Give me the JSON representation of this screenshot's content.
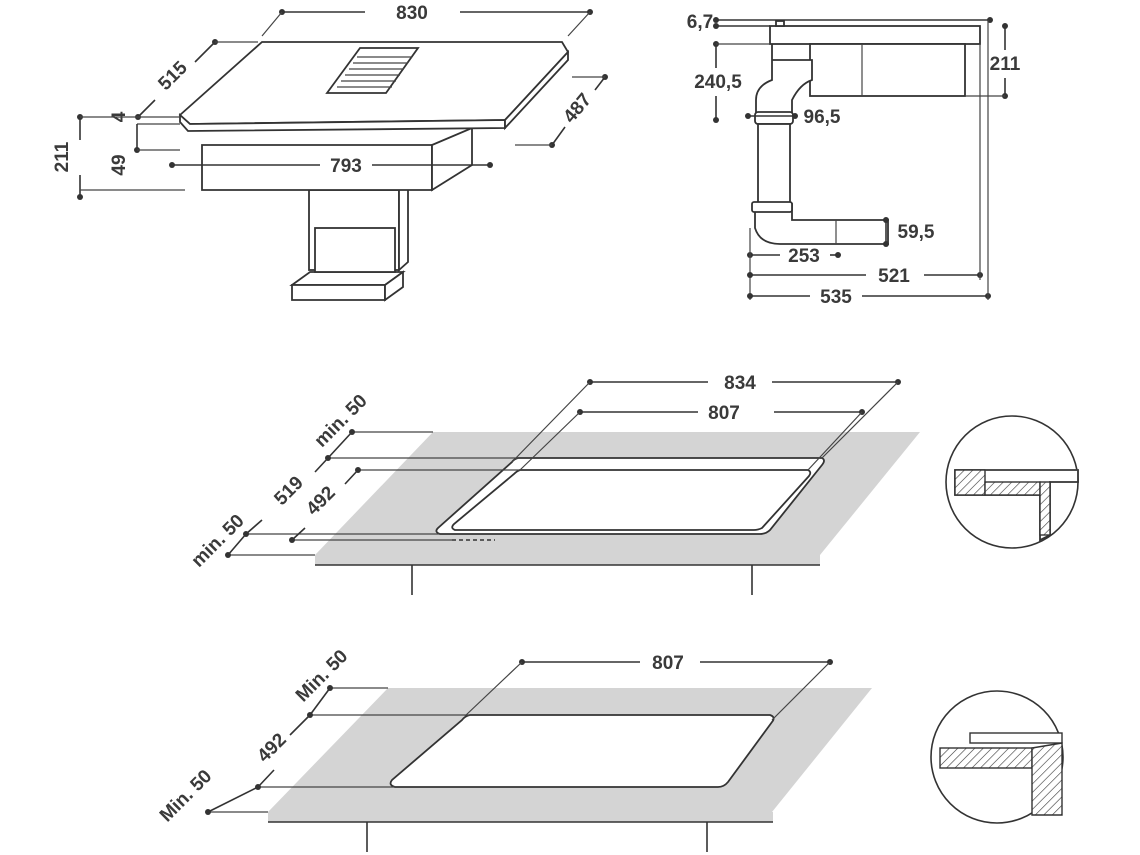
{
  "hob_view": {
    "width_830": "830",
    "depth_515": "515",
    "thickness_4": "4",
    "height_211": "211",
    "height_49": "49",
    "inner_width_793": "793",
    "inner_depth_487": "487"
  },
  "side_view": {
    "top_6_7": "6,7",
    "height_211": "211",
    "pipe_240_5": "240,5",
    "pipe_96_5": "96,5",
    "outlet_59_5": "59,5",
    "length_253": "253",
    "length_521": "521",
    "length_535": "535"
  },
  "flush_mount": {
    "outer_834": "834",
    "inner_807": "807",
    "margin_min_50_back": "min. 50",
    "depth_519": "519",
    "depth_492": "492",
    "margin_min_50_front": "min. 50"
  },
  "top_mount": {
    "width_807": "807",
    "margin_min_50_back": "Min. 50",
    "depth_492": "492",
    "margin_min_50_front": "Min. 50"
  },
  "colors": {
    "line": "#333333",
    "counter_fill": "#d4d4d4",
    "background": "#ffffff"
  }
}
